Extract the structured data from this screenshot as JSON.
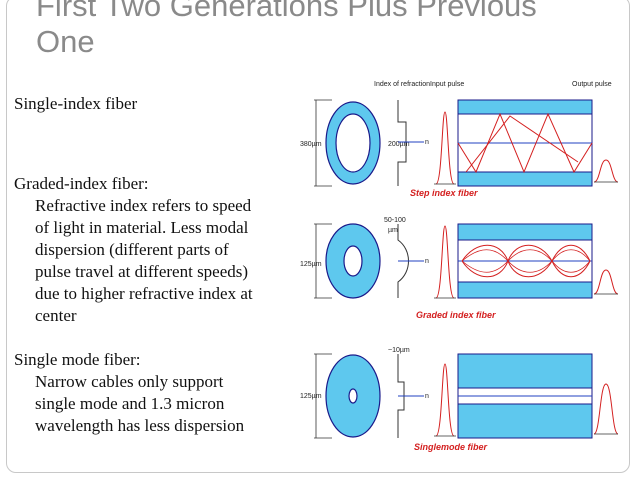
{
  "slide": {
    "title": "First Two Generations Plus Previous One",
    "sections": [
      {
        "heading": "Single-index fiber",
        "lines": []
      },
      {
        "heading": "Graded-index fiber:",
        "lines": [
          "Refractive index refers to speed",
          "of light in material. Less modal",
          "dispersion (different parts of",
          "pulse travel at different speeds)",
          "due to higher refractive index at",
          "center"
        ]
      },
      {
        "heading": "Single mode fiber:",
        "lines": [
          "Narrow cables only support",
          "single mode and 1.3 micron",
          "wavelength has less dispersion"
        ]
      }
    ]
  },
  "diagram": {
    "header_index": "Index of refraction",
    "header_input": "Input pulse",
    "header_output": "Output pulse",
    "step": {
      "label": "Step index fiber",
      "outer_dim": "380µm",
      "inner_dim": "200µm",
      "axis": "n"
    },
    "graded": {
      "label": "Graded index fiber",
      "outer_dim": "125µm",
      "inner_dim_1": "50-100",
      "inner_dim_2": "µm",
      "axis": "n"
    },
    "single": {
      "label": "Singlemode fiber",
      "outer_dim": "125µm",
      "inner_dim": "~10µm",
      "axis": "n"
    },
    "colors": {
      "cladding": "#5ec8ee",
      "core": "#ffffff",
      "ray": "#d42020",
      "axis": "#2040c0",
      "border": "#1a1a8a"
    }
  }
}
